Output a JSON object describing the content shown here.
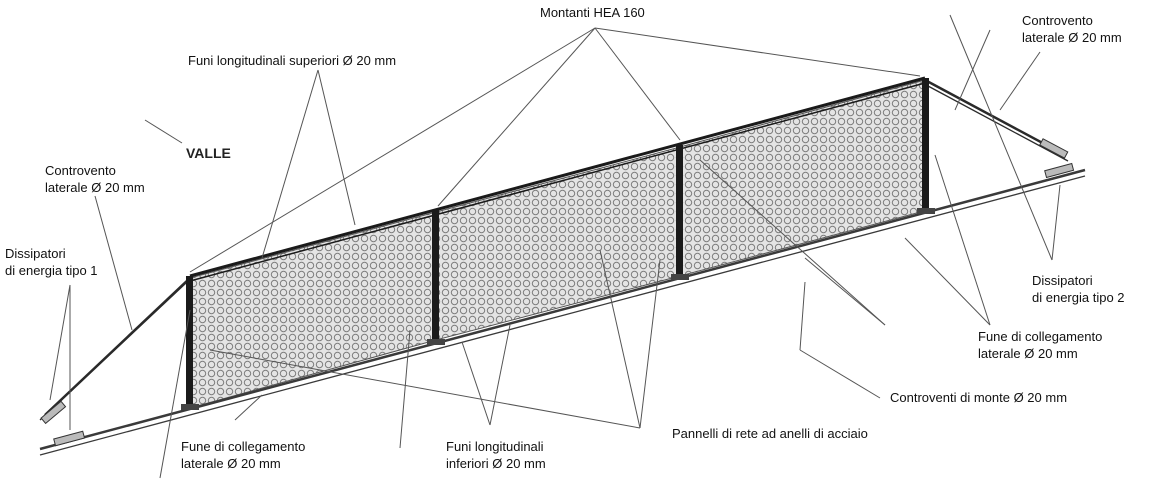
{
  "labels": {
    "montanti": "Montanti HEA 160",
    "controvento_right_l1": "Controvento",
    "controvento_right_l2": "laterale Ø 20 mm",
    "funi_superiori": "Funi longitudinali superiori Ø 20 mm",
    "valle": "VALLE",
    "controvento_left_l1": "Controvento",
    "controvento_left_l2": "laterale Ø 20 mm",
    "dissipatori1_l1": "Dissipatori",
    "dissipatori1_l2": "di energia tipo 1",
    "dissipatori2_l1": "Dissipatori",
    "dissipatori2_l2": "di energia tipo 2",
    "fune_right_l1": "Fune di collegamento",
    "fune_right_l2": "laterale Ø 20 mm",
    "controventi_monte": "Controventi di monte Ø 20 mm",
    "fune_left_l1": "Fune di collegamento",
    "fune_left_l2": "laterale Ø 20 mm",
    "funi_inferiori_l1": "Funi longitudinali",
    "funi_inferiori_l2": "inferiori Ø 20 mm",
    "pannelli": "Pannelli di rete ad anelli di acciaio"
  },
  "colors": {
    "steel": "#1a1a1a",
    "mesh_fill": "#dcdcdc",
    "mesh_ring": "#8a8a8a",
    "leader": "#555555"
  }
}
